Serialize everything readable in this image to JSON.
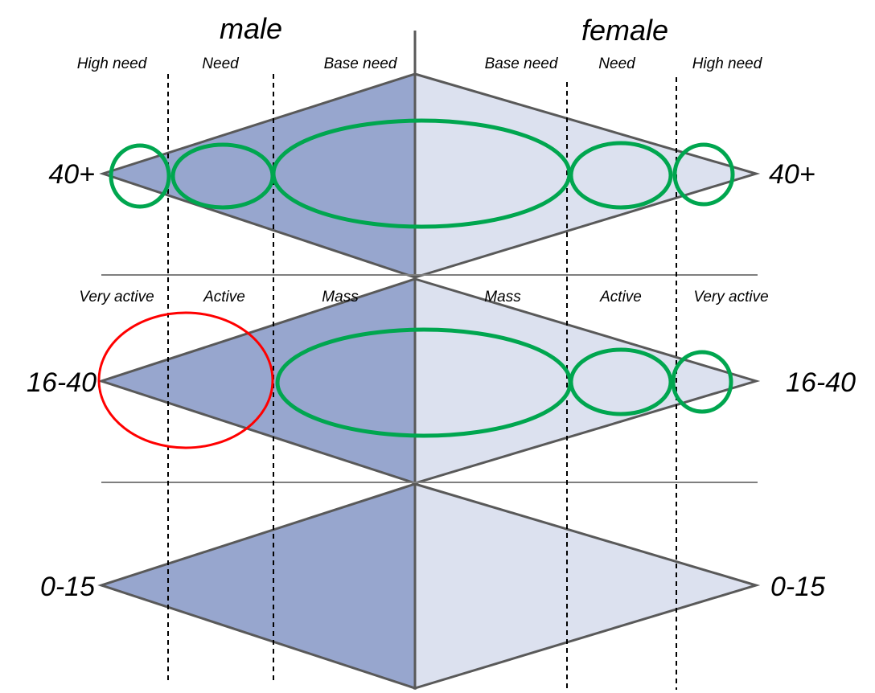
{
  "header": {
    "male": "male",
    "female": "female"
  },
  "rows": [
    {
      "age": "40+",
      "male_segments": [
        "High need",
        "Need",
        "Base need"
      ],
      "female_segments": [
        "Base need",
        "Need",
        "High need"
      ]
    },
    {
      "age": "16-40",
      "male_segments": [
        "Very active",
        "Active",
        "Mass"
      ],
      "female_segments": [
        "Mass",
        "Active",
        "Very active"
      ]
    },
    {
      "age": "0-15"
    }
  ],
  "colors": {
    "male_fill": "#97A6CE",
    "female_fill": "#DCE1EF",
    "outline": "#595959",
    "highlight_green": "#00A64F",
    "highlight_red": "#FF0000"
  }
}
